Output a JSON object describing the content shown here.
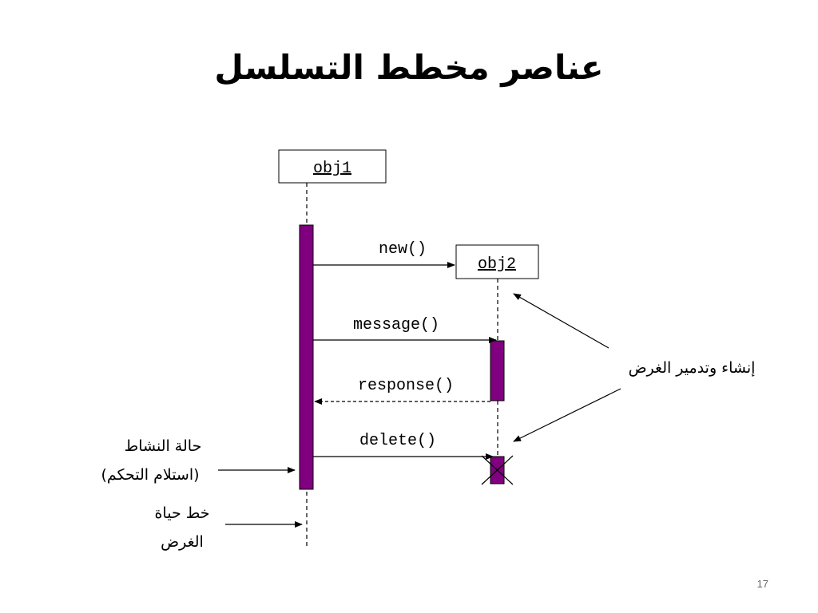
{
  "slide": {
    "title": "عناصر مخطط التسلسل",
    "page_number": "17"
  },
  "diagram": {
    "objects": [
      {
        "id": "obj1",
        "label": "obj1"
      },
      {
        "id": "obj2",
        "label": "obj2"
      }
    ],
    "messages": [
      {
        "label": "new()",
        "style": "solid"
      },
      {
        "label": "message()",
        "style": "solid"
      },
      {
        "label": "response()",
        "style": "dashed"
      },
      {
        "label": "delete()",
        "style": "solid"
      }
    ],
    "annotations": {
      "create_destroy": "إنشاء وتدمير الغرض",
      "activation_line1": "حالة النشاط",
      "activation_line2": "(استلام التحكم)",
      "lifeline_line1": "خط حياة",
      "lifeline_line2": "الغرض"
    },
    "colors": {
      "activation_fill": "#800080",
      "line": "#000000"
    }
  }
}
